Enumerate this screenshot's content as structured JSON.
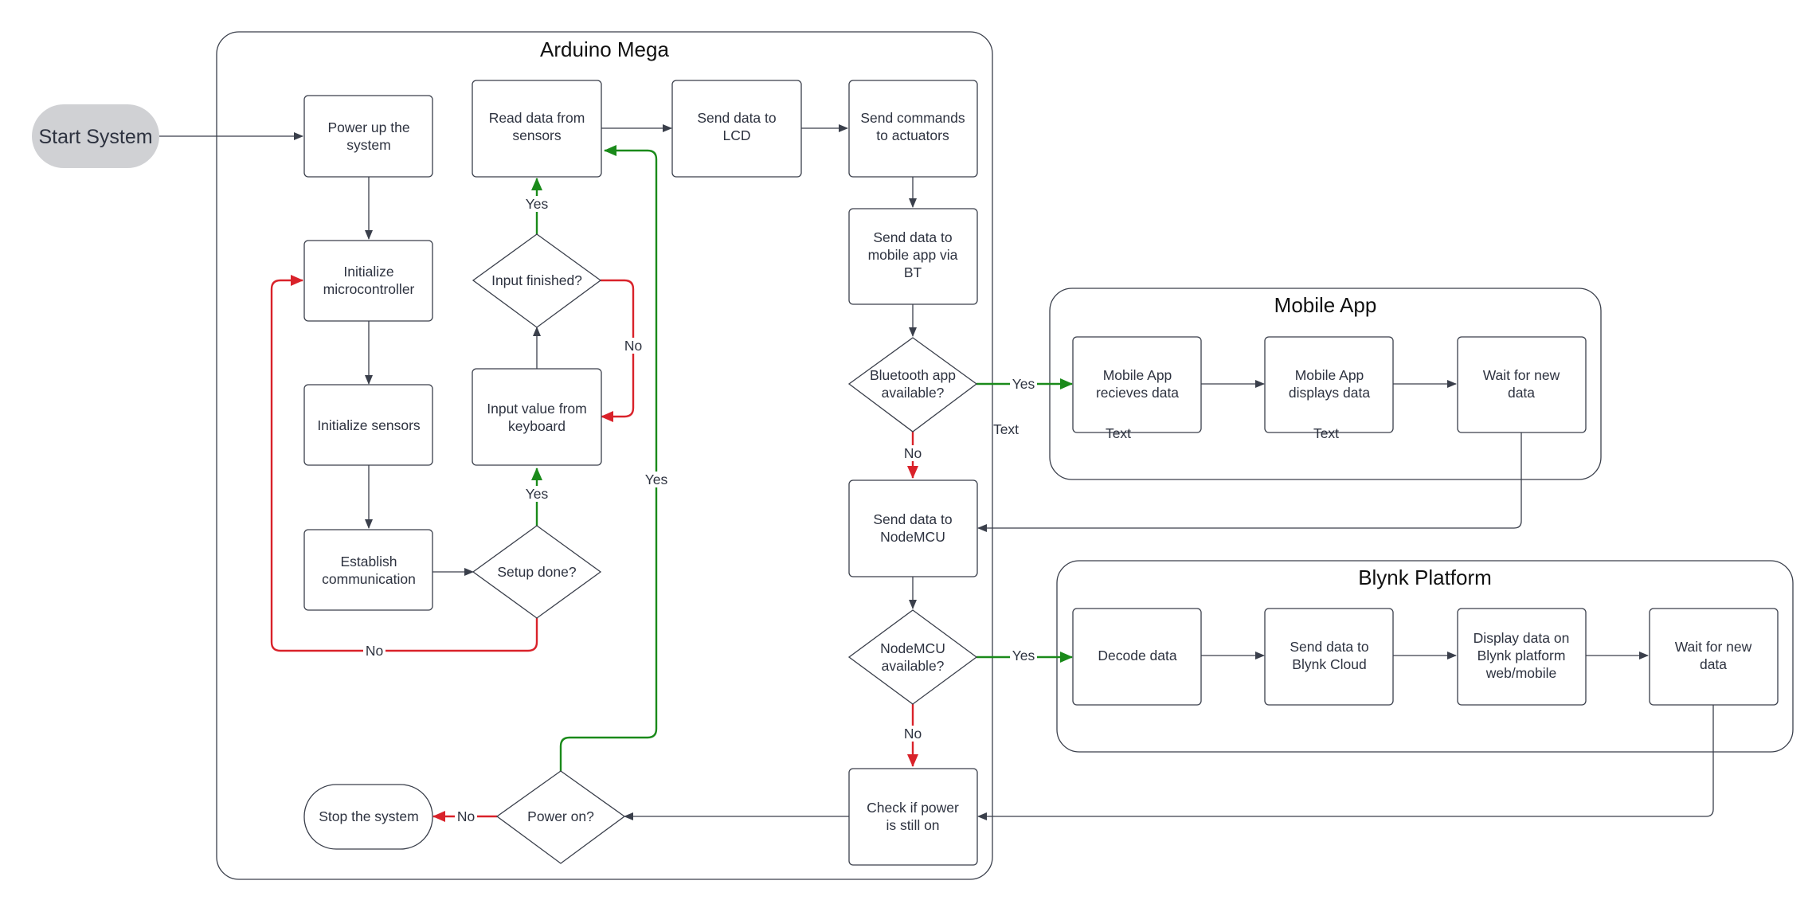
{
  "groups": {
    "arduino": "Arduino Mega",
    "mobile": "Mobile App",
    "blynk": "Blynk Platform"
  },
  "nodes": {
    "start": "Start System",
    "power_up": [
      "Power up the",
      "system"
    ],
    "init_mcu": [
      "Initialize",
      "microcontroller"
    ],
    "init_sensors": [
      "Initialize sensors"
    ],
    "establish": [
      "Establish",
      "communication"
    ],
    "setup_done": [
      "Setup done?"
    ],
    "input_keyboard": [
      "Input value from",
      "keyboard"
    ],
    "input_finished": [
      "Input finished?"
    ],
    "read_sensors": [
      "Read data from",
      "sensors"
    ],
    "send_lcd": [
      "Send data to",
      "LCD"
    ],
    "send_actuators": [
      "Send commands",
      "to actuators"
    ],
    "send_bt": [
      "Send data to",
      "mobile app via",
      "BT"
    ],
    "bt_available": [
      "Bluetooth app",
      "available?"
    ],
    "send_nodemcu": [
      "Send data to",
      "NodeMCU"
    ],
    "nodemcu_available": [
      "NodeMCU",
      "available?"
    ],
    "check_power": [
      "Check if power",
      "is still on"
    ],
    "power_on": [
      "Power on?"
    ],
    "stop": [
      "Stop the system"
    ],
    "app_receives": [
      "Mobile App",
      "recieves data"
    ],
    "app_displays": [
      "Mobile App",
      "displays data"
    ],
    "app_wait": [
      "Wait for new",
      "data"
    ],
    "decode": [
      "Decode data"
    ],
    "send_cloud": [
      "Send data to",
      "Blynk Cloud"
    ],
    "display_blynk": [
      "Display data on",
      "Blynk platform",
      "web/mobile"
    ],
    "blynk_wait": [
      "Wait for new",
      "data"
    ]
  },
  "edge_labels": {
    "setup_yes": "Yes",
    "setup_no": "No",
    "input_yes": "Yes",
    "input_no": "No",
    "power_yes": "Yes",
    "power_no": "No",
    "bt_yes": "Yes",
    "bt_no": "No",
    "nodemcu_yes": "Yes",
    "nodemcu_no": "No"
  },
  "stray_text": {
    "t1": "Text",
    "t2": "Text",
    "t3": "Text"
  },
  "colors": {
    "yes_edge": "#1a8a1a",
    "no_edge": "#d9222a",
    "plain_edge": "#3a3f4b"
  }
}
